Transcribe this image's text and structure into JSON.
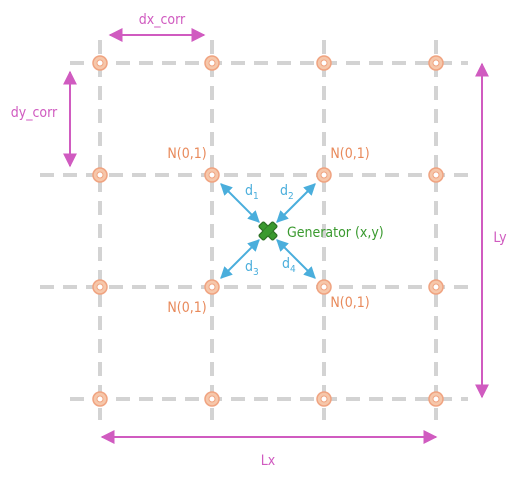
{
  "labels": {
    "dx_corr": "dx_corr",
    "dy_corr": "dy_corr",
    "Lx": "Lx",
    "Ly": "Ly",
    "generator": "Generator (x,y)",
    "node_tl": "N(0,1)",
    "node_tr": "N(0,1)",
    "node_bl": "N(0,1)",
    "node_br": "N(0,1)",
    "d1": "d",
    "d1_sub": "1",
    "d2": "d",
    "d2_sub": "2",
    "d3": "d",
    "d3_sub": "3",
    "d4": "d",
    "d4_sub": "4"
  },
  "colors": {
    "grid": "#d3d3d3",
    "node_fill": "#f6c7aa",
    "node_stroke": "#f0a380",
    "node_label": "#e8895a",
    "magenta": "#d05bc0",
    "distance": "#4aaedc",
    "generator": "#3a9a2f",
    "generator_dark": "#2d6f24"
  },
  "icons": {
    "generator": "cross-marker-icon",
    "node": "ring-node-icon"
  }
}
